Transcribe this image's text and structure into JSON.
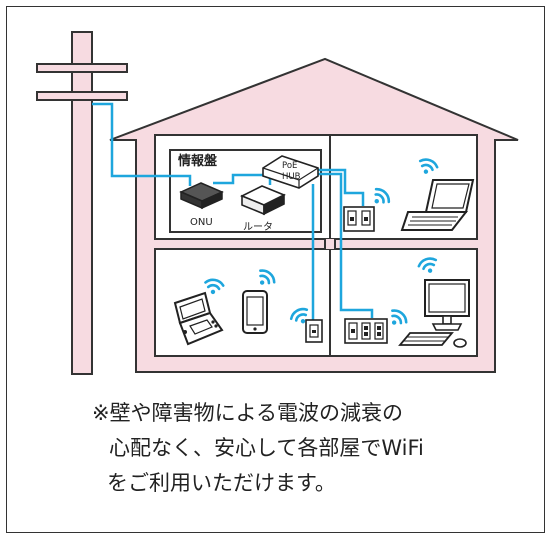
{
  "diagram": {
    "panel_label": "情報盤",
    "hub_label_line1": "PoE",
    "hub_label_line2": "HUB",
    "onu_label": "ONU",
    "router_label": "ルータ"
  },
  "caption": {
    "line1": "※壁や障害物による電波の減衰の",
    "line2": "心配なく、安心して各部屋でWiFi",
    "line3": "をご利用いただけます。"
  },
  "colors": {
    "roof_fill": "#f7dbe1",
    "room_fill": "#ffffff",
    "cable": "#1ea6dd",
    "wifi": "#1ea6dd",
    "outline": "#333333"
  },
  "icons": [
    "utility-pole-icon",
    "house-icon",
    "onu-device-icon",
    "router-icon",
    "poe-hub-icon",
    "access-point-icon",
    "laptop-icon",
    "game-console-icon",
    "smartphone-icon",
    "desktop-pc-icon",
    "wifi-signal-icon"
  ]
}
